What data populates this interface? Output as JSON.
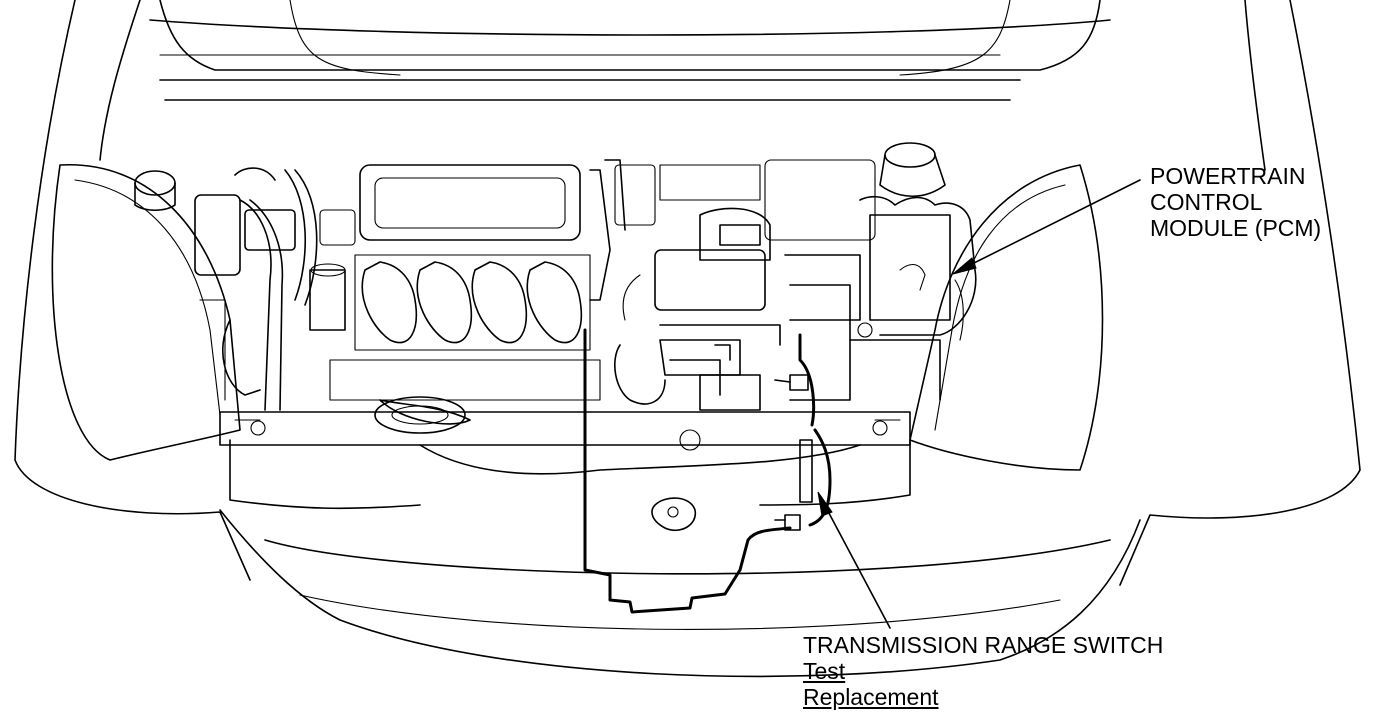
{
  "labels": {
    "pcm": [
      "POWERTRAIN",
      "CONTROL",
      "MODULE (PCM)"
    ],
    "trs": {
      "title": "TRANSMISSION RANGE SWITCH",
      "links": [
        "Test",
        "Replacement"
      ]
    }
  },
  "colors": {
    "line": "#000000",
    "background": "#ffffff"
  }
}
